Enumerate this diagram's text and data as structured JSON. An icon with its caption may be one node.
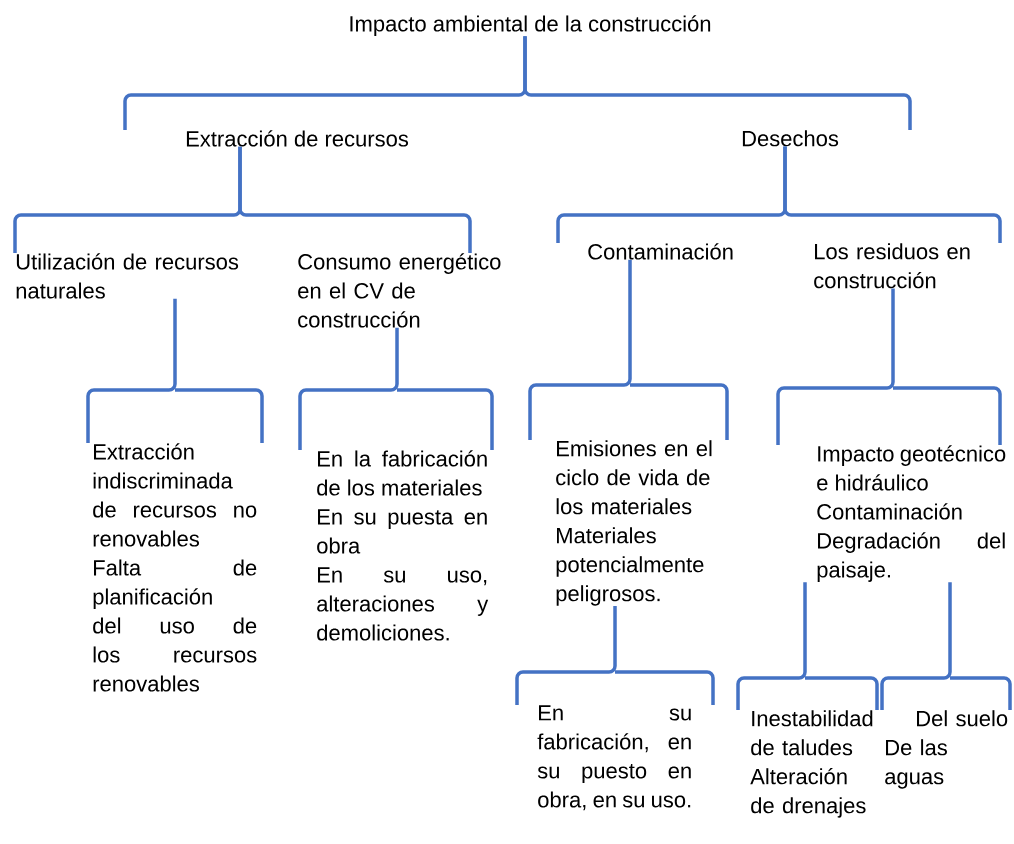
{
  "diagram": {
    "nodes": [
      {
        "text": [
          "Impacto ambiental de la construcción"
        ]
      },
      {
        "text": [
          "Extracción de recursos"
        ]
      },
      {
        "text": [
          "Desechos"
        ]
      },
      {
        "text": [
          "Utilización de recursos naturales"
        ]
      },
      {
        "text": [
          "Consumo energético en el CV de construcción"
        ]
      },
      {
        "text": [
          "Contaminación"
        ]
      },
      {
        "text": [
          "Los residuos en construcción"
        ]
      },
      {
        "text": [
          "Extracción indiscriminada de recursos no renovables",
          "Falta de planificación del uso de los recursos renovables"
        ]
      },
      {
        "text": [
          "En la fabricación de los materiales",
          "En su puesta en obra",
          "En su uso, alteraciones y demoliciones."
        ]
      },
      {
        "text": [
          "Emisiones en el ciclo de vida de los materiales",
          "Materiales potencialmente peligrosos."
        ]
      },
      {
        "text": [
          "Impacto geotécnico e hidráulico",
          "Contaminación",
          "Degradación del paisaje."
        ]
      },
      {
        "text": [
          "En su fabricación, en su puesto en obra, en su uso."
        ]
      },
      {
        "text": [
          "Inestabilidad de taludes",
          "Alteración de drenajes"
        ]
      },
      {
        "text": [
          "Del suelo",
          "De las aguas"
        ]
      }
    ],
    "edges": [
      {
        "from": 0,
        "to": 1,
        "arrow": "none"
      },
      {
        "from": 0,
        "to": 2,
        "arrow": "none"
      },
      {
        "from": 1,
        "to": 3,
        "arrow": "none"
      },
      {
        "from": 1,
        "to": 4,
        "arrow": "none"
      },
      {
        "from": 2,
        "to": 5,
        "arrow": "none"
      },
      {
        "from": 2,
        "to": 6,
        "arrow": "none"
      },
      {
        "from": 3,
        "to": 7,
        "arrow": "none"
      },
      {
        "from": 4,
        "to": 8,
        "arrow": "none"
      },
      {
        "from": 5,
        "to": 9,
        "arrow": "none"
      },
      {
        "from": 6,
        "to": 10,
        "arrow": "none"
      },
      {
        "from": 9,
        "to": 11,
        "arrow": "none"
      },
      {
        "from": 10,
        "to": 12,
        "arrow": "none"
      },
      {
        "from": 10,
        "to": 13,
        "arrow": "none"
      }
    ]
  }
}
